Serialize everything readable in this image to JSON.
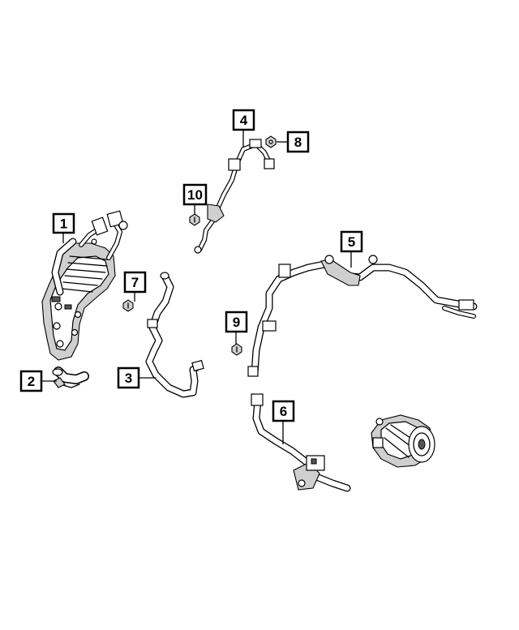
{
  "callouts": [
    {
      "id": "callout-1",
      "label": "1"
    },
    {
      "id": "callout-2",
      "label": "2"
    },
    {
      "id": "callout-3",
      "label": "3"
    },
    {
      "id": "callout-4",
      "label": "4"
    },
    {
      "id": "callout-5",
      "label": "5"
    },
    {
      "id": "callout-6",
      "label": "6"
    },
    {
      "id": "callout-7",
      "label": "7"
    },
    {
      "id": "callout-8",
      "label": "8"
    },
    {
      "id": "callout-9",
      "label": "9"
    },
    {
      "id": "callout-10",
      "label": "10"
    }
  ]
}
